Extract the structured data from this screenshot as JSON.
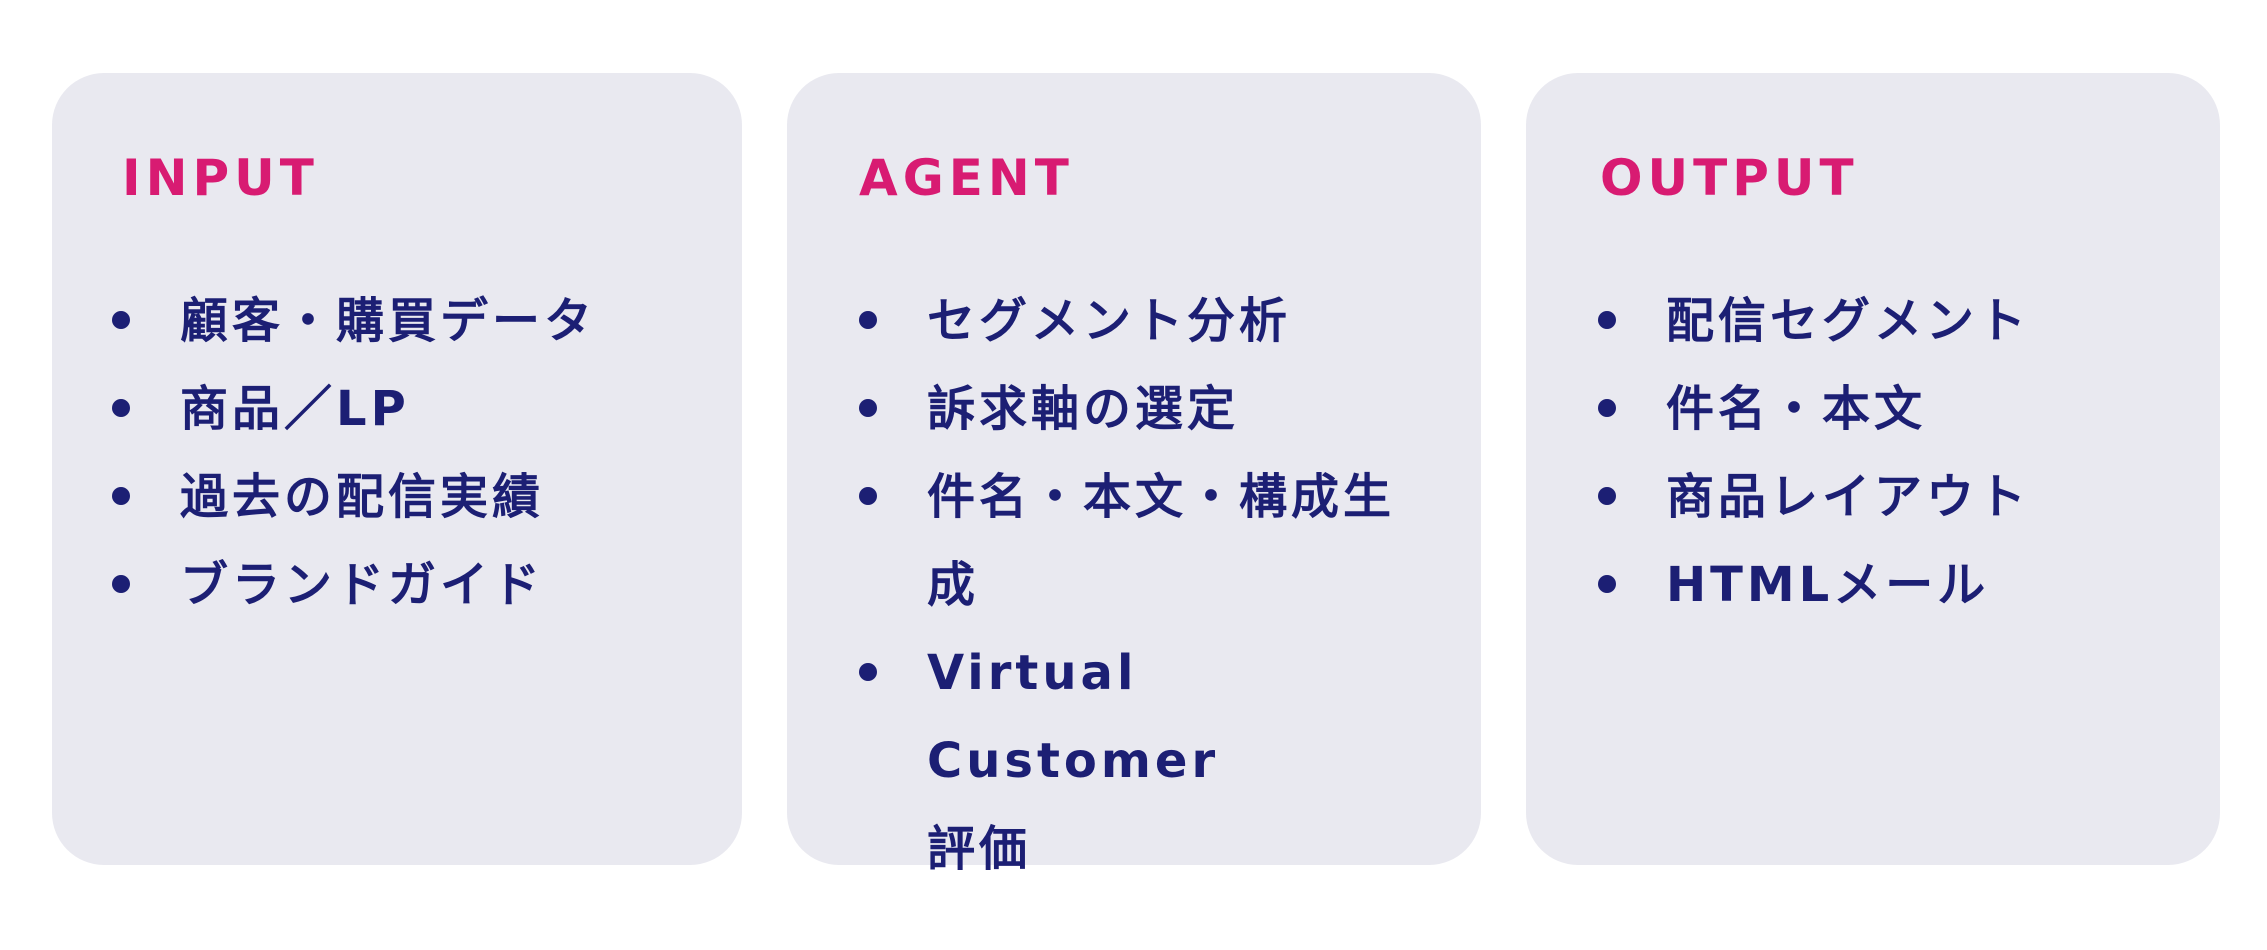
{
  "cards": [
    {
      "title": "INPUT",
      "items": [
        "顧客・購買データ",
        "商品／LP",
        "過去の配信実績",
        "ブランドガイド"
      ]
    },
    {
      "title": "AGENT",
      "items": [
        "セグメント分析",
        "訴求軸の選定",
        "件名・本文・構成生\n成",
        "Virtual Customer\n評価"
      ]
    },
    {
      "title": "OUTPUT",
      "items": [
        "配信セグメント",
        "件名・本文",
        "商品レイアウト",
        "HTMLメール"
      ]
    }
  ],
  "colors": {
    "card_background": "#e9e9f0",
    "title_accent": "#d81b72",
    "text": "#1c1f74"
  }
}
